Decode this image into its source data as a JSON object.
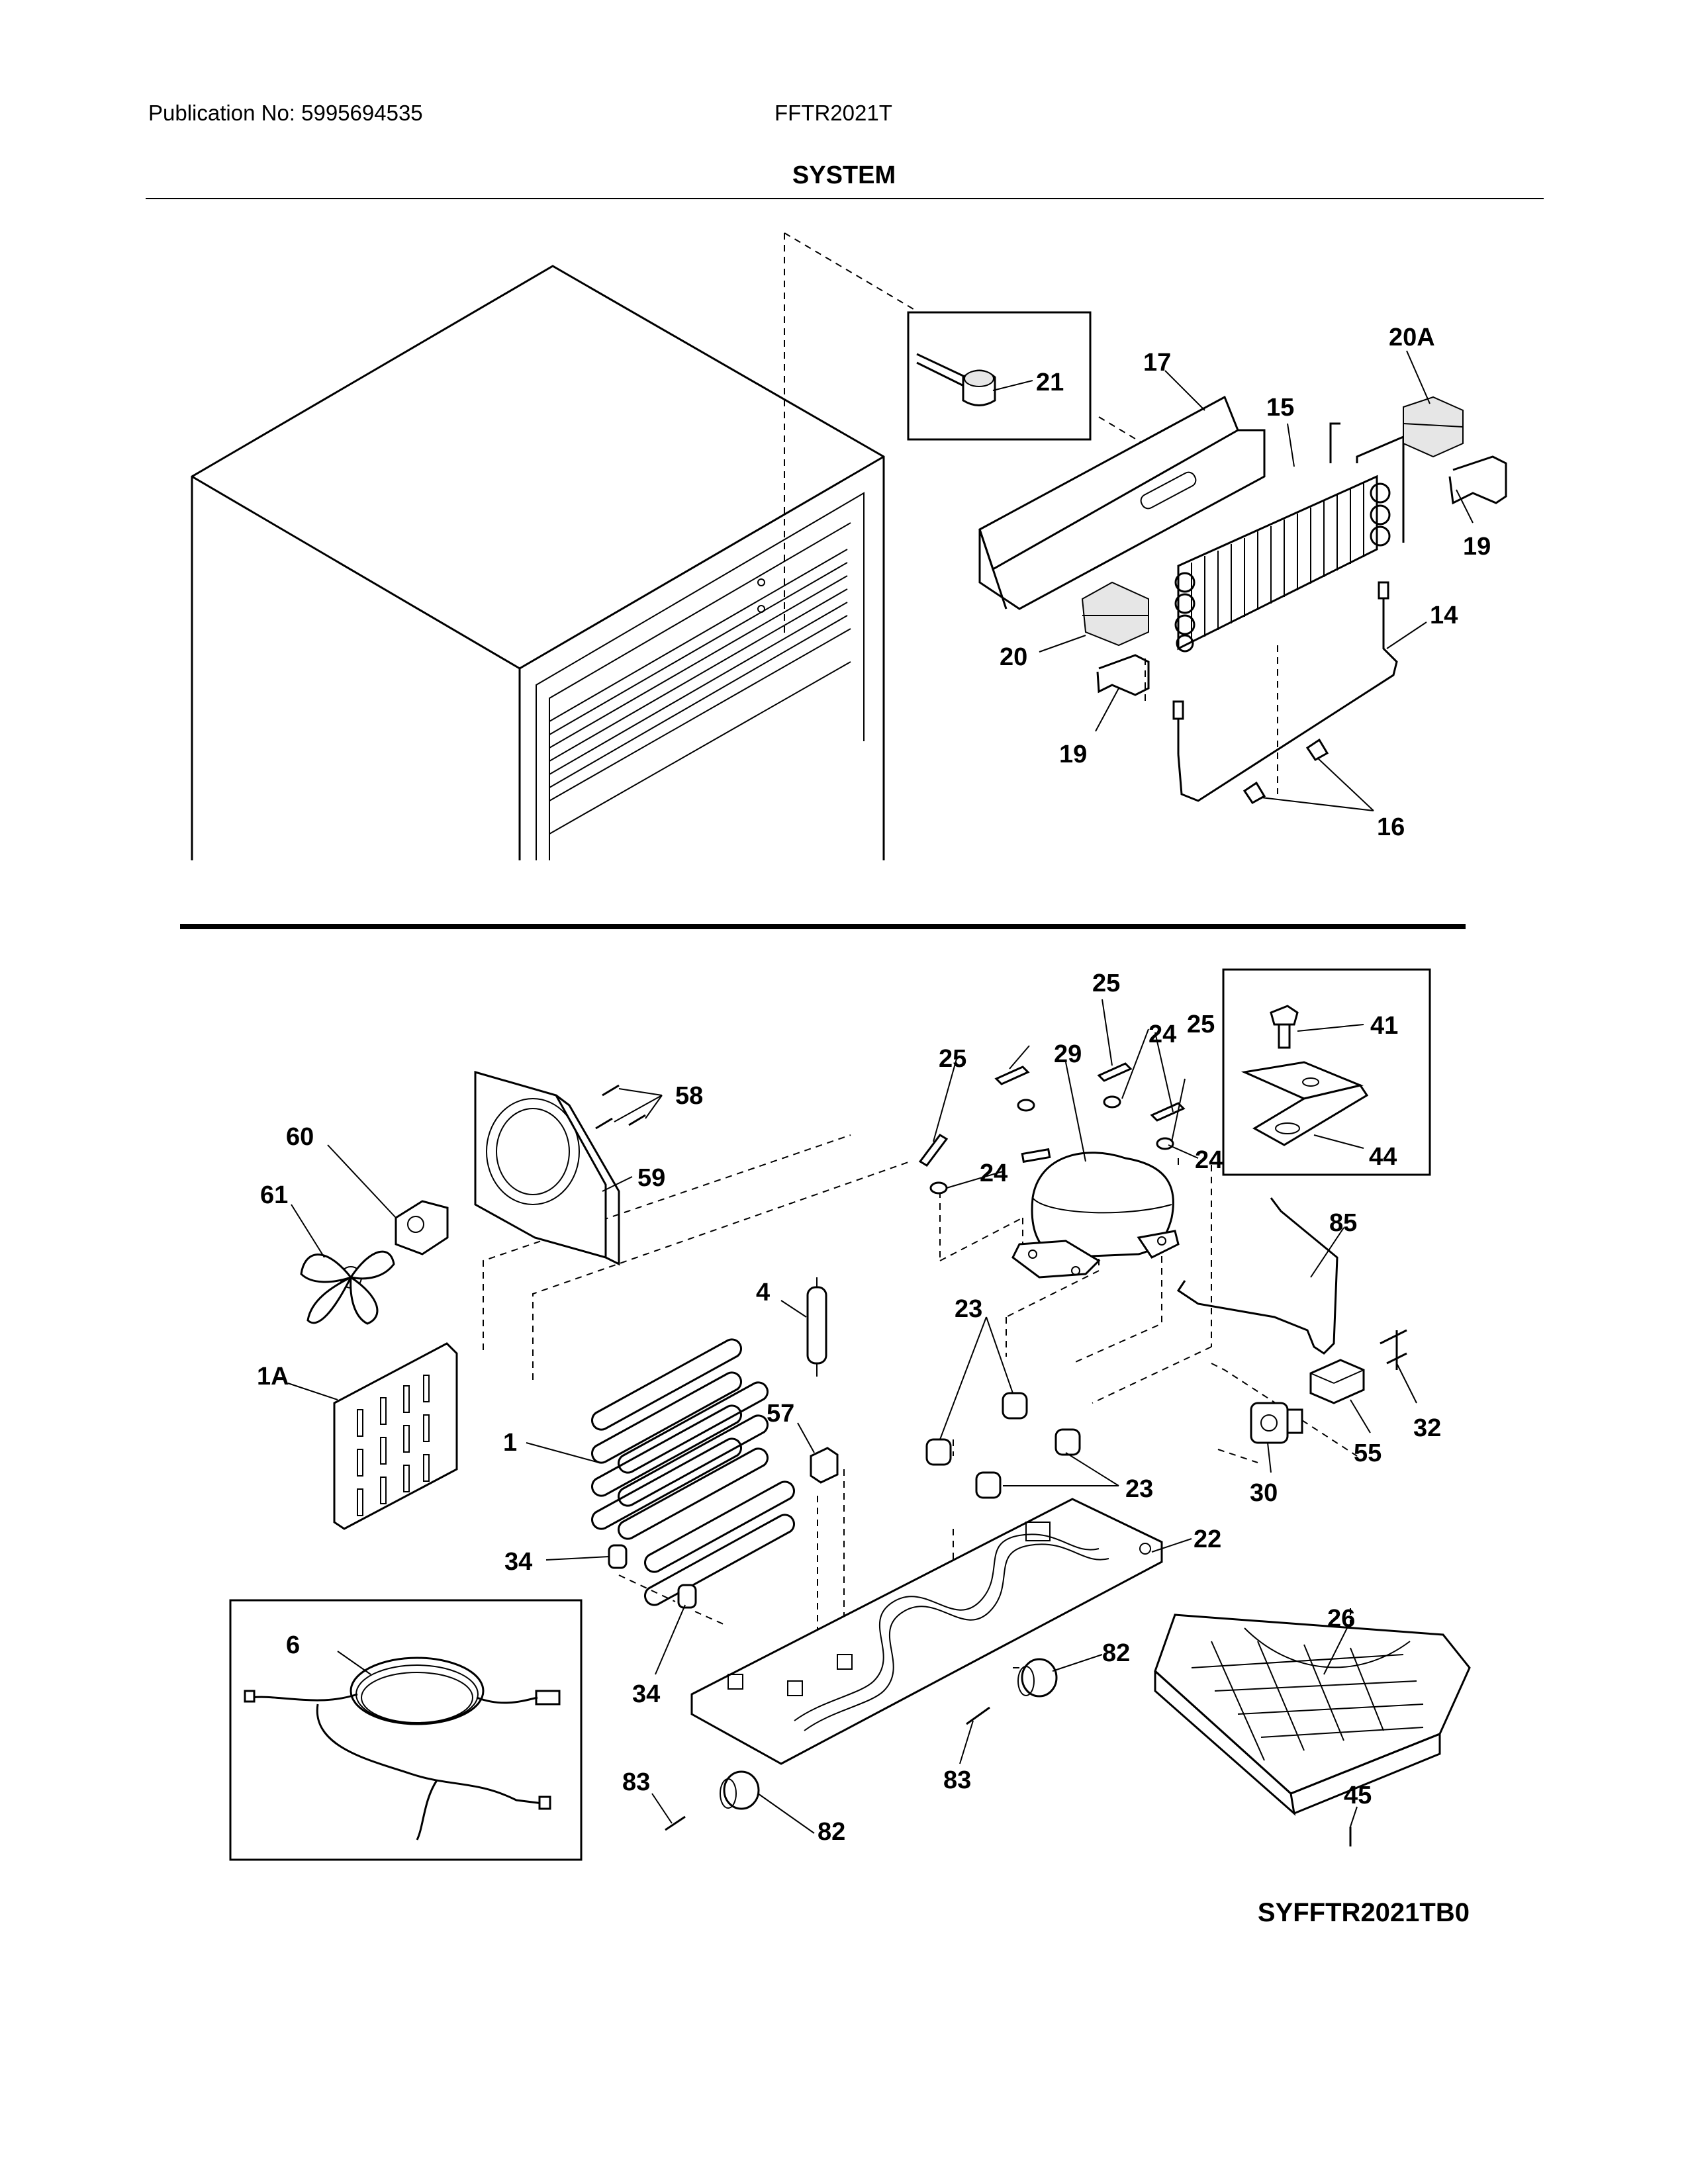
{
  "header": {
    "publication": "Publication No: 5995694535",
    "model": "FFTR2021T",
    "title": "SYSTEM"
  },
  "diagram_code": "SYFFTR2021TB0",
  "callouts": {
    "c21": "21",
    "c17": "17",
    "c15": "15",
    "c20A": "20A",
    "c19a": "19",
    "c19b": "19",
    "c20": "20",
    "c14": "14",
    "c16": "16",
    "c25a": "25",
    "c25b": "25",
    "c25c": "25",
    "c24a": "24",
    "c24b": "24",
    "c24c": "24",
    "c29": "29",
    "c41": "41",
    "c44": "44",
    "c58": "58",
    "c60": "60",
    "c59": "59",
    "c61": "61",
    "c4": "4",
    "c23a": "23",
    "c23b": "23",
    "c85": "85",
    "c1A": "1A",
    "c57": "57",
    "c1": "1",
    "c32": "32",
    "c55": "55",
    "c30": "30",
    "c34a": "34",
    "c34b": "34",
    "c22": "22",
    "c6": "6",
    "c26": "26",
    "c82a": "82",
    "c82b": "82",
    "c83a": "83",
    "c83b": "83",
    "c45": "45"
  }
}
